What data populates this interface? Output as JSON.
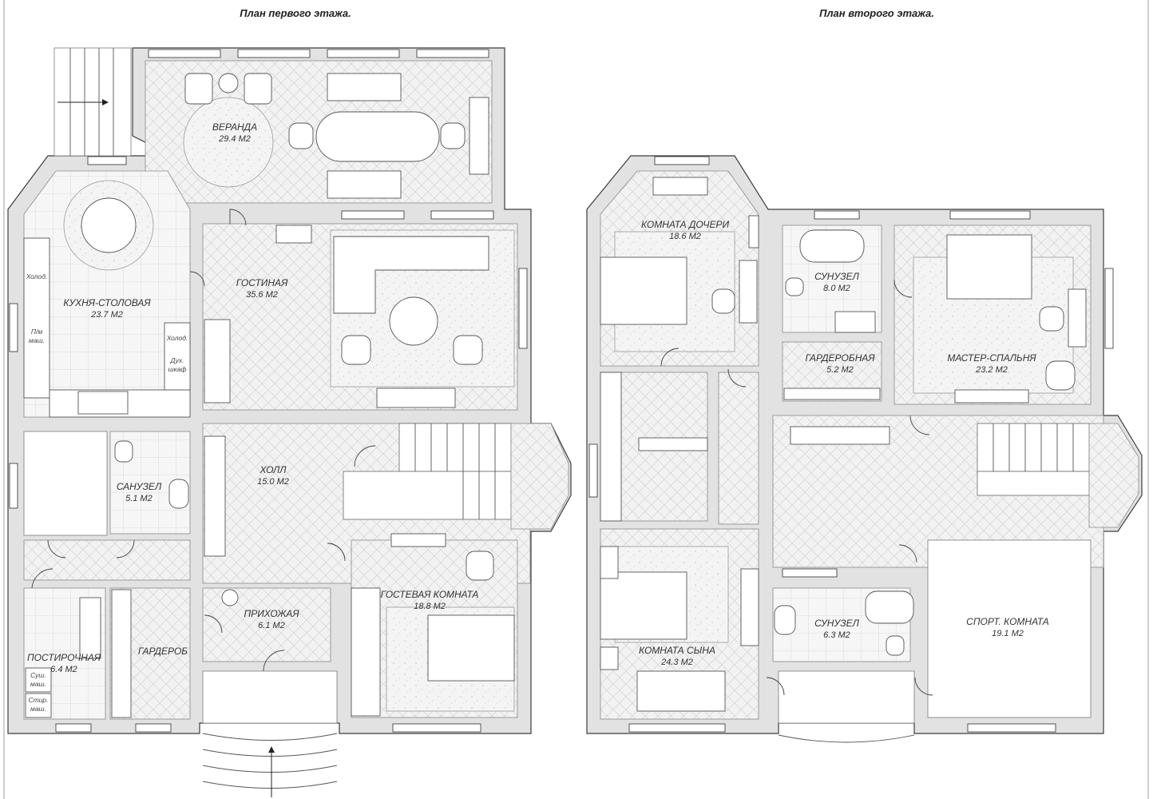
{
  "titles": {
    "first_floor": "План первого этажа.",
    "second_floor": "План второго этажа."
  },
  "first_floor": {
    "rooms": [
      {
        "id": "veranda",
        "name": "ВЕРАНДА",
        "area": "29.4 М2"
      },
      {
        "id": "kitchen",
        "name": "КУХНЯ-СТОЛОВАЯ",
        "area": "23.7 М2"
      },
      {
        "id": "living",
        "name": "ГОСТИНАЯ",
        "area": "35.6 М2"
      },
      {
        "id": "hall",
        "name": "ХОЛЛ",
        "area": "15.0 М2"
      },
      {
        "id": "bath",
        "name": "САНУЗЕЛ",
        "area": "5.1 М2"
      },
      {
        "id": "laundry",
        "name": "ПОСТИРОЧНАЯ",
        "area": "6.4 М2"
      },
      {
        "id": "wardrobe",
        "name": "ГАРДЕРОБ",
        "area": ""
      },
      {
        "id": "entry",
        "name": "ПРИХОЖАЯ",
        "area": "6.1 М2"
      },
      {
        "id": "guest",
        "name": "ГОСТЕВАЯ КОМНАТА",
        "area": "18.8 М2"
      }
    ],
    "appliances": {
      "fridge_left": "Холод.",
      "washer_line1": "П/м",
      "washer_line2": "маш.",
      "fridge_right": "Холод.",
      "oven_line1": "Дух.",
      "oven_line2": "шкаф",
      "dryer_line1": "Суш.",
      "dryer_line2": "маш.",
      "wash_line1": "Стир.",
      "wash_line2": "маш."
    }
  },
  "second_floor": {
    "rooms": [
      {
        "id": "daughter",
        "name": "КОМНАТА ДОЧЕРИ",
        "area": "18.6 М2"
      },
      {
        "id": "bath1",
        "name": "СУНУЗЕЛ",
        "area": "8.0 М2"
      },
      {
        "id": "dressing",
        "name": "ГАРДЕРОБНАЯ",
        "area": "5.2 М2"
      },
      {
        "id": "master",
        "name": "МАСТЕР-СПАЛЬНЯ",
        "area": "23.2 М2"
      },
      {
        "id": "son",
        "name": "КОМНАТА СЫНА",
        "area": "24.3 М2"
      },
      {
        "id": "bath2",
        "name": "СУНУЗЕЛ",
        "area": "6.3 М2"
      },
      {
        "id": "sport",
        "name": "СПОРТ. КОМНАТА",
        "area": "19.1 М2"
      }
    ]
  }
}
